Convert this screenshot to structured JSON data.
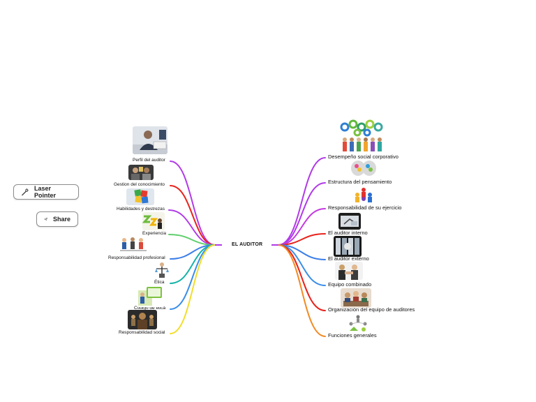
{
  "toolbar": {
    "laser_label": "Laser Pointer",
    "share_label": "Share"
  },
  "map": {
    "center": "EL AUDITOR",
    "left_branches": [
      {
        "label": "Perfil del auditor",
        "color": "#b13ae8"
      },
      {
        "label": "Gestion del conocimiento",
        "color": "#e8241d"
      },
      {
        "label": "Habilidades y destrezas",
        "color": "#b13ae8"
      },
      {
        "label": "Experiencia",
        "color": "#5fcf6c"
      },
      {
        "label": "Responsabilidad profesional",
        "color": "#3a7de8"
      },
      {
        "label": "Ética",
        "color": "#16b3a9"
      },
      {
        "label": "Código de ética",
        "color": "#3a8ee8"
      },
      {
        "label": "Responsabilidad social",
        "color": "#f2dd2a"
      }
    ],
    "right_branches": [
      {
        "label": "Desempeño social corporativo",
        "color": "#b13ae8"
      },
      {
        "label": "Estructura del pensamiento",
        "color": "#b13ae8"
      },
      {
        "label": "Responsabilidad de su ejercicio",
        "color": "#c43ae0"
      },
      {
        "label": "El auditor interno",
        "color": "#e8241d"
      },
      {
        "label": "El auditor externo",
        "color": "#3a7de8"
      },
      {
        "label": "Equipo combinado",
        "color": "#3a8ee8"
      },
      {
        "label": "Organización del equipo de auditores",
        "color": "#e8241d"
      },
      {
        "label": "Funciones generales",
        "color": "#f28a22"
      }
    ]
  }
}
